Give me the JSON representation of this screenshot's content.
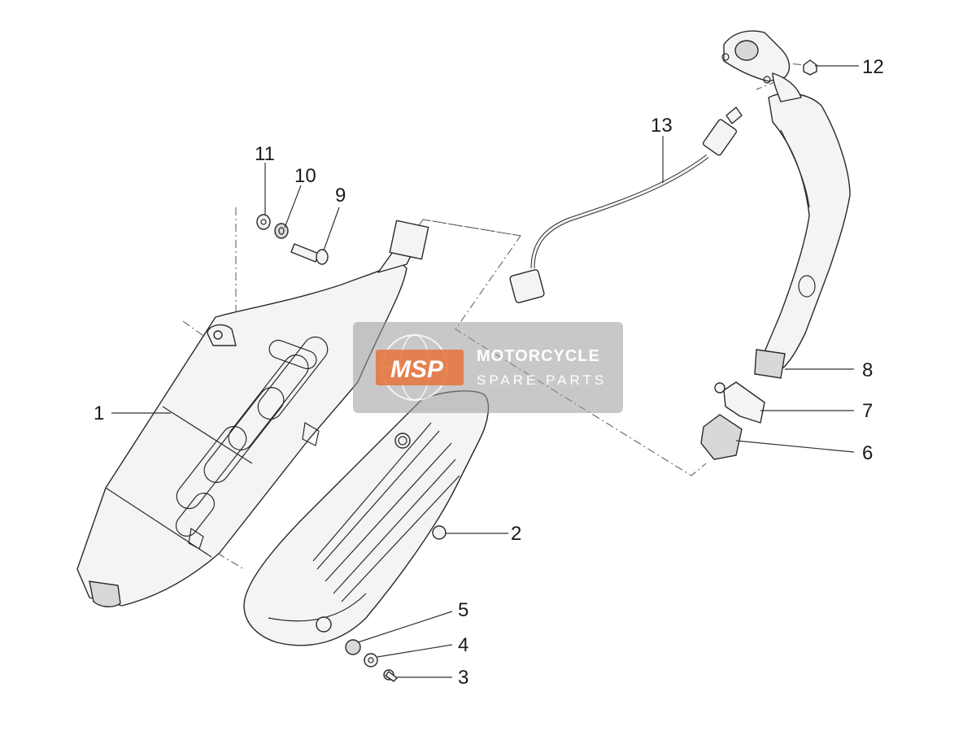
{
  "callouts": {
    "c1": "1",
    "c2": "2",
    "c3": "3",
    "c4": "4",
    "c5": "5",
    "c6": "6",
    "c7": "7",
    "c8": "8",
    "c9": "9",
    "c10": "10",
    "c11": "11",
    "c12": "12",
    "c13": "13"
  },
  "watermark": {
    "logo": "MSP",
    "title": "MOTORCYCLE",
    "subtitle": "SPARE PARTS"
  },
  "colors": {
    "watermark_accent": "#e8733a",
    "line": "#2a2a2a"
  }
}
